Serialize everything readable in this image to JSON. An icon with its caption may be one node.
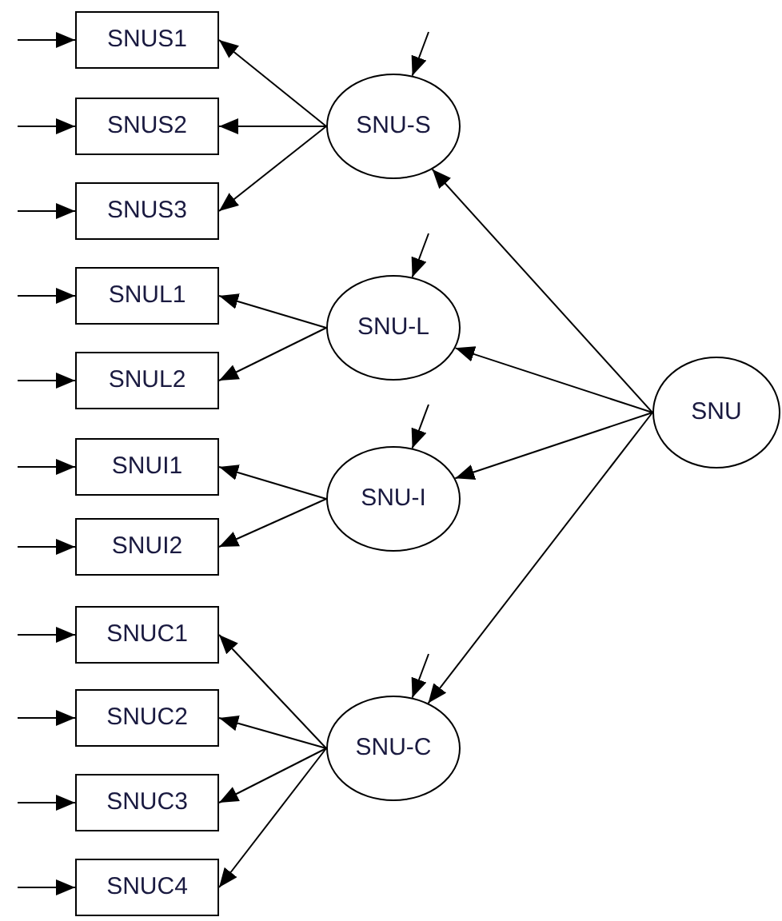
{
  "diagram": {
    "nodes": [
      {
        "text": [
          "SNUS1"
        ]
      },
      {
        "text": [
          "SNUS2"
        ]
      },
      {
        "text": [
          "SNUS3"
        ]
      },
      {
        "text": [
          "SNUL1"
        ]
      },
      {
        "text": [
          "SNUL2"
        ]
      },
      {
        "text": [
          "SNUI1"
        ]
      },
      {
        "text": [
          "SNUI2"
        ]
      },
      {
        "text": [
          "SNUC1"
        ]
      },
      {
        "text": [
          "SNUC2"
        ]
      },
      {
        "text": [
          "SNUC3"
        ]
      },
      {
        "text": [
          "SNUC4"
        ]
      },
      {
        "text": [
          "SNU-S"
        ]
      },
      {
        "text": [
          "SNU-L"
        ]
      },
      {
        "text": [
          "SNU-I"
        ]
      },
      {
        "text": [
          "SNU-C"
        ]
      },
      {
        "text": [
          "SNU"
        ]
      }
    ],
    "edges": [
      {
        "from": null,
        "to": 0,
        "arrow": "to"
      },
      {
        "from": null,
        "to": 1,
        "arrow": "to"
      },
      {
        "from": null,
        "to": 2,
        "arrow": "to"
      },
      {
        "from": null,
        "to": 3,
        "arrow": "to"
      },
      {
        "from": null,
        "to": 4,
        "arrow": "to"
      },
      {
        "from": null,
        "to": 5,
        "arrow": "to"
      },
      {
        "from": null,
        "to": 6,
        "arrow": "to"
      },
      {
        "from": null,
        "to": 7,
        "arrow": "to"
      },
      {
        "from": null,
        "to": 8,
        "arrow": "to"
      },
      {
        "from": null,
        "to": 9,
        "arrow": "to"
      },
      {
        "from": null,
        "to": 10,
        "arrow": "to"
      },
      {
        "from": null,
        "to": 11,
        "arrow": "to"
      },
      {
        "from": null,
        "to": 12,
        "arrow": "to"
      },
      {
        "from": null,
        "to": 13,
        "arrow": "to"
      },
      {
        "from": null,
        "to": 14,
        "arrow": "to"
      },
      {
        "from": 11,
        "to": 0,
        "arrow": "to"
      },
      {
        "from": 11,
        "to": 1,
        "arrow": "to"
      },
      {
        "from": 11,
        "to": 2,
        "arrow": "to"
      },
      {
        "from": 12,
        "to": 3,
        "arrow": "to"
      },
      {
        "from": 12,
        "to": 4,
        "arrow": "to"
      },
      {
        "from": 13,
        "to": 5,
        "arrow": "to"
      },
      {
        "from": 13,
        "to": 6,
        "arrow": "to"
      },
      {
        "from": 14,
        "to": 7,
        "arrow": "to"
      },
      {
        "from": 14,
        "to": 8,
        "arrow": "to"
      },
      {
        "from": 14,
        "to": 9,
        "arrow": "to"
      },
      {
        "from": 14,
        "to": 10,
        "arrow": "to"
      },
      {
        "from": 15,
        "to": 11,
        "arrow": "to"
      },
      {
        "from": 15,
        "to": 12,
        "arrow": "to"
      },
      {
        "from": 15,
        "to": 13,
        "arrow": "to"
      },
      {
        "from": 15,
        "to": 14,
        "arrow": "to"
      }
    ]
  }
}
